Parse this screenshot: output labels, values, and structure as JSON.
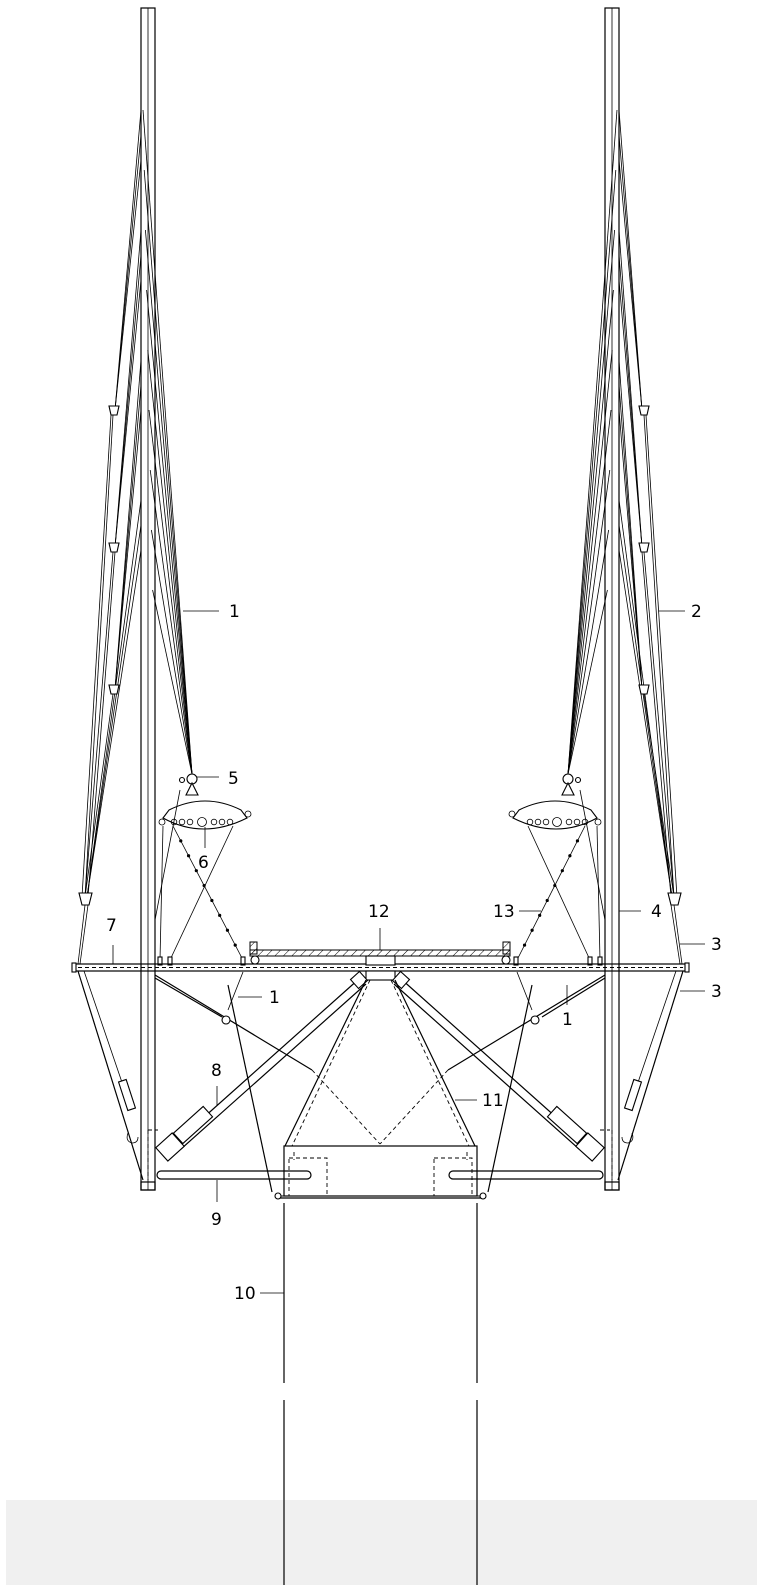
{
  "labels": {
    "l1_upper": "1",
    "l2": "2",
    "l3_upper": "3",
    "l3_lower": "3",
    "l4": "4",
    "l5": "5",
    "l6": "6",
    "l7": "7",
    "l1_mid_left": "1",
    "l1_mid_right": "1",
    "l8": "8",
    "l9": "9",
    "l10": "10",
    "l11": "11",
    "l12": "12",
    "l13": "13"
  },
  "colors": {
    "line": "#000000",
    "band": "#f0f0f0",
    "background": "#ffffff"
  }
}
